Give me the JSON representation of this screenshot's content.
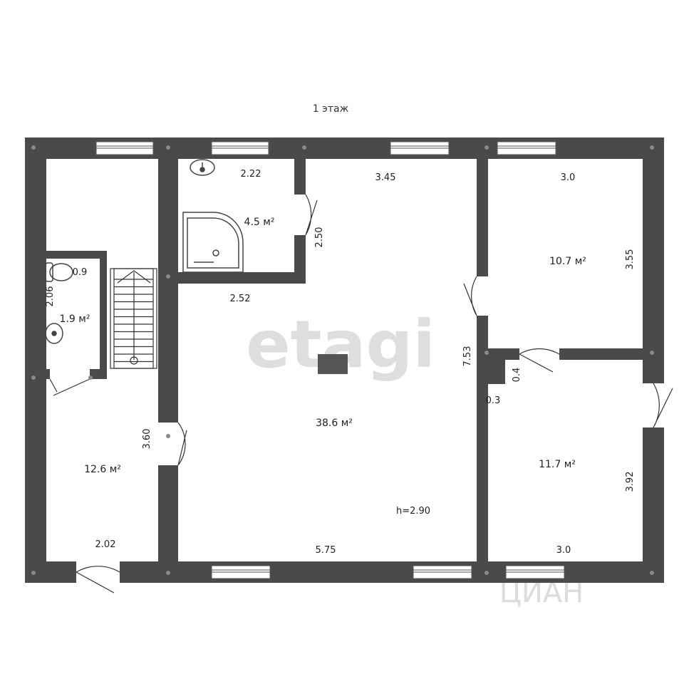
{
  "floor_title": "1 этаж",
  "watermark": "etagi",
  "watermark_bottom": "ЦИАН",
  "ceiling_height": "h=2.90",
  "colors": {
    "wall": "#4a4a4a",
    "fixture": "#555555",
    "background": "#ffffff"
  },
  "rooms": {
    "hall": {
      "area": "12.6 м²",
      "width": "2.02",
      "length": "3.60"
    },
    "wc": {
      "area": "1.9 м²",
      "width": "0.9",
      "length": "2.06"
    },
    "bathroom": {
      "area": "4.5 м²",
      "width_top": "2.22",
      "width_bottom": "2.52",
      "length": "2.50"
    },
    "living": {
      "area": "38.6 м²",
      "width_top": "3.45",
      "width_bottom": "5.75",
      "length": "7.53"
    },
    "bedroom_top": {
      "area": "10.7 м²",
      "width": "3.0",
      "length": "3.55"
    },
    "bedroom_bottom": {
      "area": "11.7 м²",
      "width": "3.0",
      "length": "3.92"
    },
    "niche": {
      "width": "0.3",
      "depth": "0.4"
    }
  }
}
